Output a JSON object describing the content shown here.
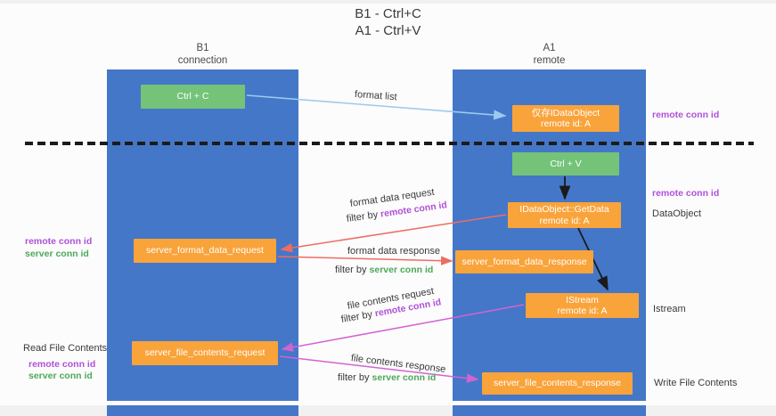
{
  "title": {
    "line1": "B1 - Ctrl+C",
    "line2": "A1 - Ctrl+V"
  },
  "lanes": {
    "b1": {
      "name": "B1",
      "role": "connection"
    },
    "a1": {
      "name": "A1",
      "role": "remote"
    }
  },
  "nodes": {
    "ctrl_c": {
      "label": "Ctrl + C"
    },
    "ctrl_v": {
      "label": "Ctrl + V"
    },
    "stored_dataobject": {
      "line1": "仅存IDataObject",
      "line2": "remote id: A"
    },
    "getdata": {
      "line1": "IDataObject::GetData",
      "line2": "remote id: A"
    },
    "istream": {
      "line1": "IStream",
      "line2": "remote id: A"
    },
    "format_request": {
      "label": "server_format_data_request"
    },
    "format_response": {
      "label": "server_format_data_response"
    },
    "file_request": {
      "label": "server_file_contents_request"
    },
    "file_response": {
      "label": "server_file_contents_response"
    }
  },
  "edges": {
    "format_list": {
      "label": "format list"
    },
    "format_request": {
      "label": "format data request",
      "filter_prefix": "filter by ",
      "filter_key": "remote conn id"
    },
    "format_response": {
      "label": "format data response",
      "filter_prefix": "filter by ",
      "filter_key": "server conn id"
    },
    "file_request": {
      "label": "file contents request",
      "filter_prefix": "filter by ",
      "filter_key": "remote conn id"
    },
    "file_response": {
      "label": "file contents response",
      "filter_prefix": "filter by ",
      "filter_key": "server conn id"
    }
  },
  "annotations": {
    "right_remote_conn_id_top": "remote conn id",
    "right_remote_conn_id_mid": "remote conn id",
    "dataobject": "DataObject",
    "istream": "Istream",
    "write_file_contents": "Write File Contents",
    "left_remote_conn_id_top": "remote conn id",
    "left_server_conn_id_top": "server conn id",
    "read_file_contents": "Read File Contents",
    "left_remote_conn_id_bottom": "remote conn id",
    "left_server_conn_id_bottom": "server conn id"
  },
  "colors": {
    "lane": "#4577C8",
    "green_node": "#74C379",
    "orange_node": "#F9A33B",
    "arrow_format_list": "#9ACBEE",
    "arrow_format_data": "#EE6D62",
    "arrow_file_contents": "#D363D3",
    "arrow_black": "#1A1A1A",
    "remote_conn_id_text": "#B050D8",
    "server_conn_id_text": "#4EA85A"
  }
}
